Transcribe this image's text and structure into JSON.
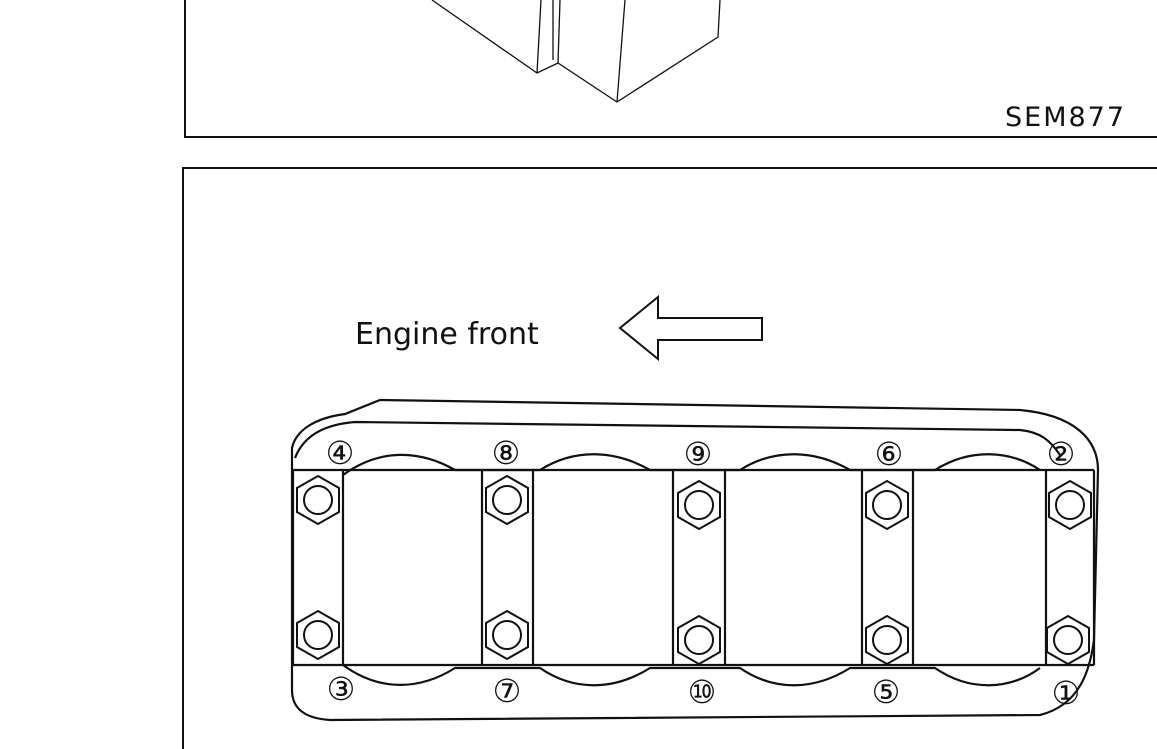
{
  "figure_top": {
    "code": "SEM877"
  },
  "figure_bottom": {
    "direction_label": "Engine front",
    "bolts": [
      {
        "number": "4",
        "glyph": "④"
      },
      {
        "number": "8",
        "glyph": "⑧"
      },
      {
        "number": "9",
        "glyph": "⑨"
      },
      {
        "number": "6",
        "glyph": "⑥"
      },
      {
        "number": "2",
        "glyph": "②"
      },
      {
        "number": "3",
        "glyph": "③"
      },
      {
        "number": "7",
        "glyph": "⑦"
      },
      {
        "number": "10",
        "glyph": "⑩"
      },
      {
        "number": "5",
        "glyph": "⑤"
      },
      {
        "number": "1",
        "glyph": "①"
      }
    ]
  },
  "colors": {
    "ink": "#111111",
    "paper": "#ffffff"
  }
}
